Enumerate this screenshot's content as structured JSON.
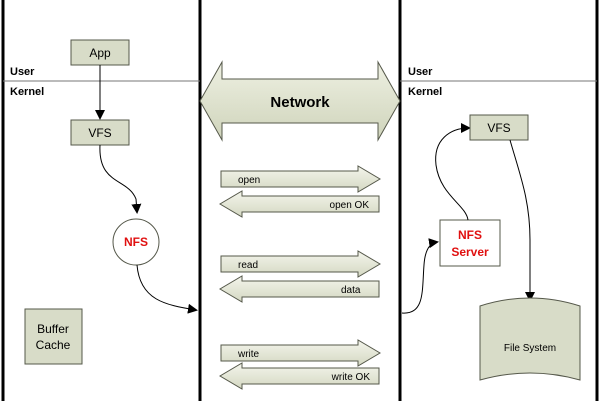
{
  "labels": {
    "client_user": "User",
    "client_kernel": "Kernel",
    "server_user": "User",
    "server_kernel": "Kernel"
  },
  "client": {
    "app": "App",
    "vfs": "VFS",
    "nfs": "NFS",
    "buffer_cache_line1": "Buffer",
    "buffer_cache_line2": "Cache"
  },
  "network": {
    "title": "Network",
    "messages": [
      {
        "text": "open",
        "direction": "right"
      },
      {
        "text": "open OK",
        "direction": "left"
      },
      {
        "text": "read",
        "direction": "right"
      },
      {
        "text": "data",
        "direction": "left"
      },
      {
        "text": "write",
        "direction": "right"
      },
      {
        "text": "write OK",
        "direction": "left"
      }
    ]
  },
  "server": {
    "vfs": "VFS",
    "nfs_server_line1": "NFS",
    "nfs_server_line2": "Server",
    "file_system": "File System"
  },
  "colors": {
    "box_fill": "#d8dcc8",
    "box_stroke": "#55584a",
    "nfs_red": "#e01010",
    "arrow_fill": "#e4e7d6"
  }
}
